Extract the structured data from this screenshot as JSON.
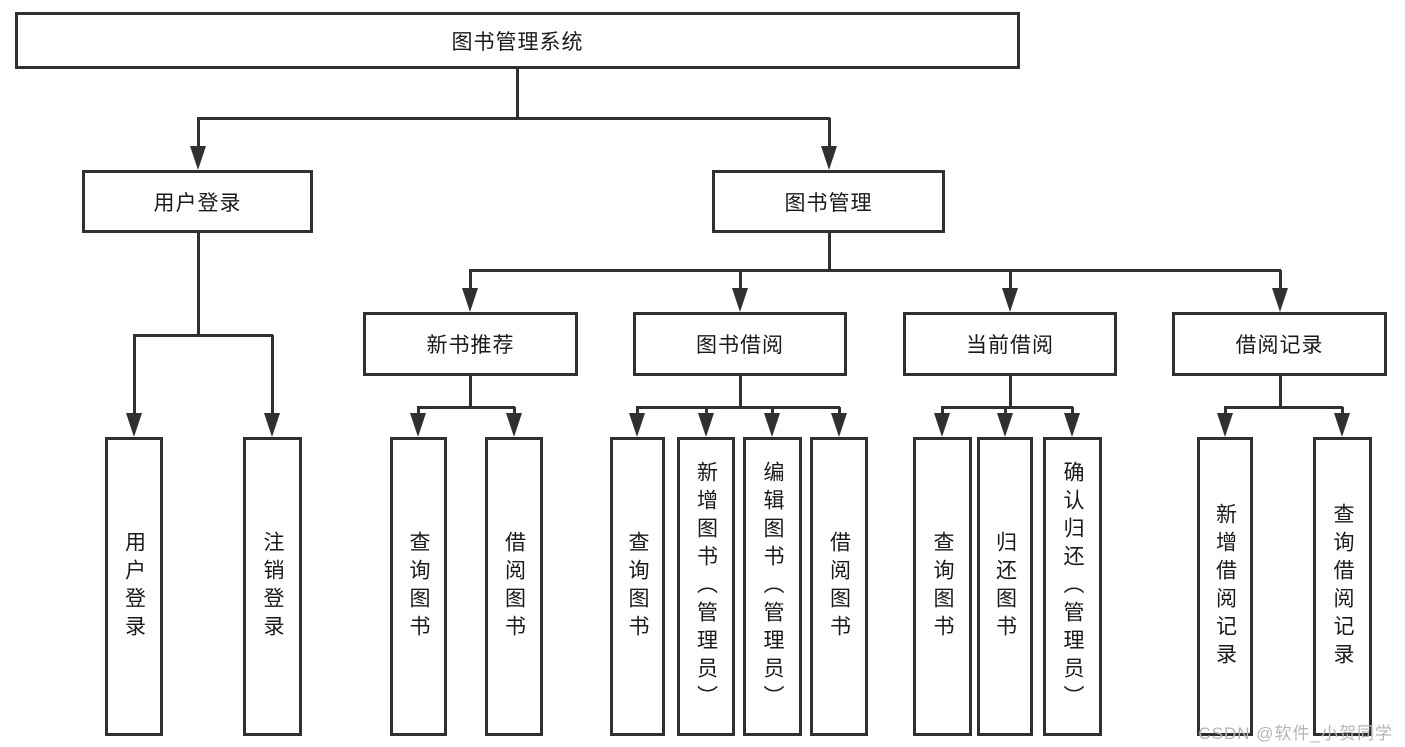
{
  "diagram": {
    "root": "图书管理系统",
    "level2": [
      "用户登录",
      "图书管理"
    ],
    "level3": [
      "新书推荐",
      "图书借阅",
      "当前借阅",
      "借阅记录"
    ],
    "leaves_user_login": [
      "用户登录",
      "注销登录"
    ],
    "leaves_new_book": [
      "查询图书",
      "借阅图书"
    ],
    "leaves_book_borrow": [
      "查询图书",
      "新增图书（管理员）",
      "编辑图书（管理员）",
      "借阅图书"
    ],
    "leaves_current_borrow": [
      "查询图书",
      "归还图书",
      "确认归还（管理员）"
    ],
    "leaves_borrow_record": [
      "新增借阅记录",
      "查询借阅记录"
    ]
  },
  "watermark": "CSDN @软件_小贺同学",
  "colors": {
    "line": "#303030",
    "text": "#1a1a1a",
    "watermark": "#b5b5b5",
    "background": "#ffffff"
  }
}
